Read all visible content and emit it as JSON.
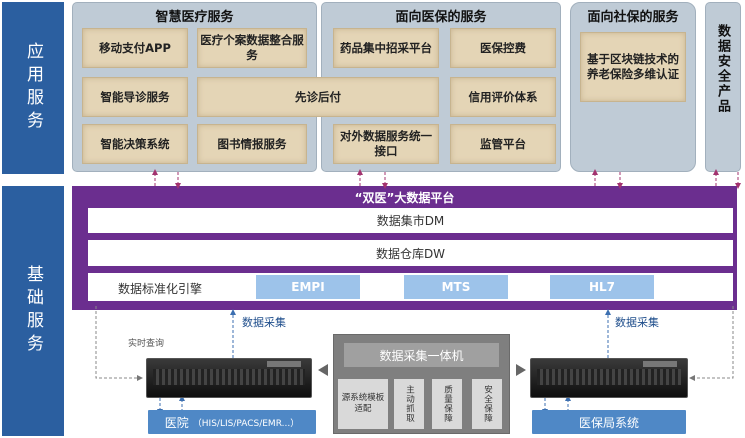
{
  "sidebar": {
    "app_services": "应用服务",
    "base_services": "基础服务"
  },
  "smart_medical": {
    "title": "智慧医疗服务",
    "tiles": [
      "移动支付APP",
      "医疗个案数据整合服务",
      "智能导诊服务",
      "智能决策系统",
      "图书情报服务"
    ]
  },
  "shared_tile": "先诊后付",
  "medical_insurance": {
    "title": "面向医保的服务",
    "tiles": [
      "药品集中招采平台",
      "医保控费",
      "信用评价体系",
      "对外数据服务统一接口",
      "监管平台"
    ]
  },
  "social_security": {
    "title": "面向社保的服务",
    "tiles": [
      "基于区块链技术的养老保险多维认证"
    ]
  },
  "data_security": {
    "title": "数据安全产品"
  },
  "platform": {
    "title": "“双医”大数据平台",
    "mart": "数据集市DM",
    "warehouse": "数据仓库DW",
    "standardization": "数据标准化引擎",
    "chips": [
      "EMPI",
      "MTS",
      "HL7"
    ]
  },
  "bottom": {
    "collect_left": "数据采集",
    "collect_right": "数据采集",
    "realtime_query": "实时查询",
    "hospital": "医院",
    "hospital_sub": "（HIS/LIS/PACS/EMR...）",
    "insurance_bureau": "医保局系统",
    "collector": {
      "title": "数据采集一体机",
      "tiles": [
        "源系统模板适配",
        "主动抓取",
        "质量保障",
        "安全保障"
      ]
    }
  },
  "colors": {
    "sidebar": "#2b5fa0",
    "panel": "#bfcbd6",
    "tile": "#e4d5b6",
    "platform": "#6b2e8f",
    "chip": "#9dc3ea",
    "system": "#4f88c6",
    "collector": "#7f7f7f",
    "arrow": "#a3336f"
  }
}
